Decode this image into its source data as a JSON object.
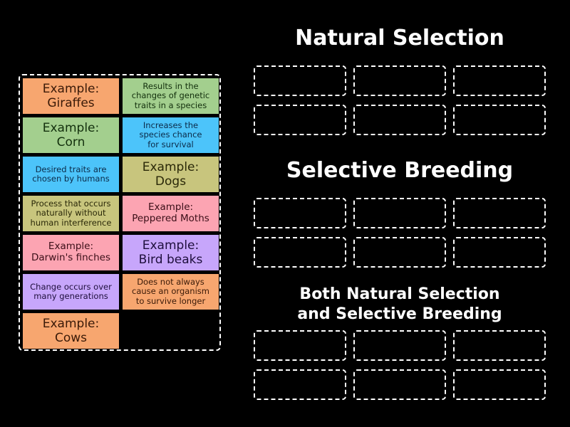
{
  "activity": {
    "type": "group sort",
    "tray": {
      "tiles": [
        {
          "text": "Example:\nGiraffes",
          "bg": "#f7a66f",
          "fg": "#3a1a08",
          "size": "large"
        },
        {
          "text": "Results in the\nchanges of genetic\ntraits in a species",
          "bg": "#a3cf8e",
          "fg": "#13300d",
          "size": "small"
        },
        {
          "text": "Example:\nCorn",
          "bg": "#a3cf8e",
          "fg": "#13300d",
          "size": "large"
        },
        {
          "text": "Increases the\nspecies chance\nfor survival",
          "bg": "#4cc4fa",
          "fg": "#0b2a48",
          "size": "small"
        },
        {
          "text": "Desired traits are\nchosen by humans",
          "bg": "#4cc4fa",
          "fg": "#0b2a48",
          "size": "small"
        },
        {
          "text": "Example:\nDogs",
          "bg": "#c8c57d",
          "fg": "#2a2808",
          "size": "large"
        },
        {
          "text": "Process that occurs\nnaturally without\nhuman interference",
          "bg": "#c8c57d",
          "fg": "#2a2808",
          "size": "small"
        },
        {
          "text": "Example:\nPeppered Moths",
          "bg": "#fca4b2",
          "fg": "#3b0f18",
          "size": "medium"
        },
        {
          "text": "Example:\nDarwin's finches",
          "bg": "#fca4b2",
          "fg": "#3b0f18",
          "size": "medium"
        },
        {
          "text": "Example:\nBird beaks",
          "bg": "#c7a6fb",
          "fg": "#1e0f3c",
          "size": "large"
        },
        {
          "text": "Change occurs over\nmany generations",
          "bg": "#c7a6fb",
          "fg": "#1e0f3c",
          "size": "small"
        },
        {
          "text": "Does not always\ncause an organism\nto survive longer",
          "bg": "#f7a66f",
          "fg": "#3a1a08",
          "size": "small"
        },
        {
          "text": "Example:\nCows",
          "bg": "#f7a66f",
          "fg": "#3a1a08",
          "size": "large"
        }
      ]
    },
    "groups": [
      {
        "title": "Natural Selection",
        "slots": 6
      },
      {
        "title": "Selective Breeding",
        "slots": 6
      },
      {
        "title": "Both Natural Selection\nand Selective Breeding",
        "slots": 6
      }
    ]
  },
  "colors": {
    "background": "#000000",
    "border": "#ffffff",
    "heading": "#ffffff"
  }
}
